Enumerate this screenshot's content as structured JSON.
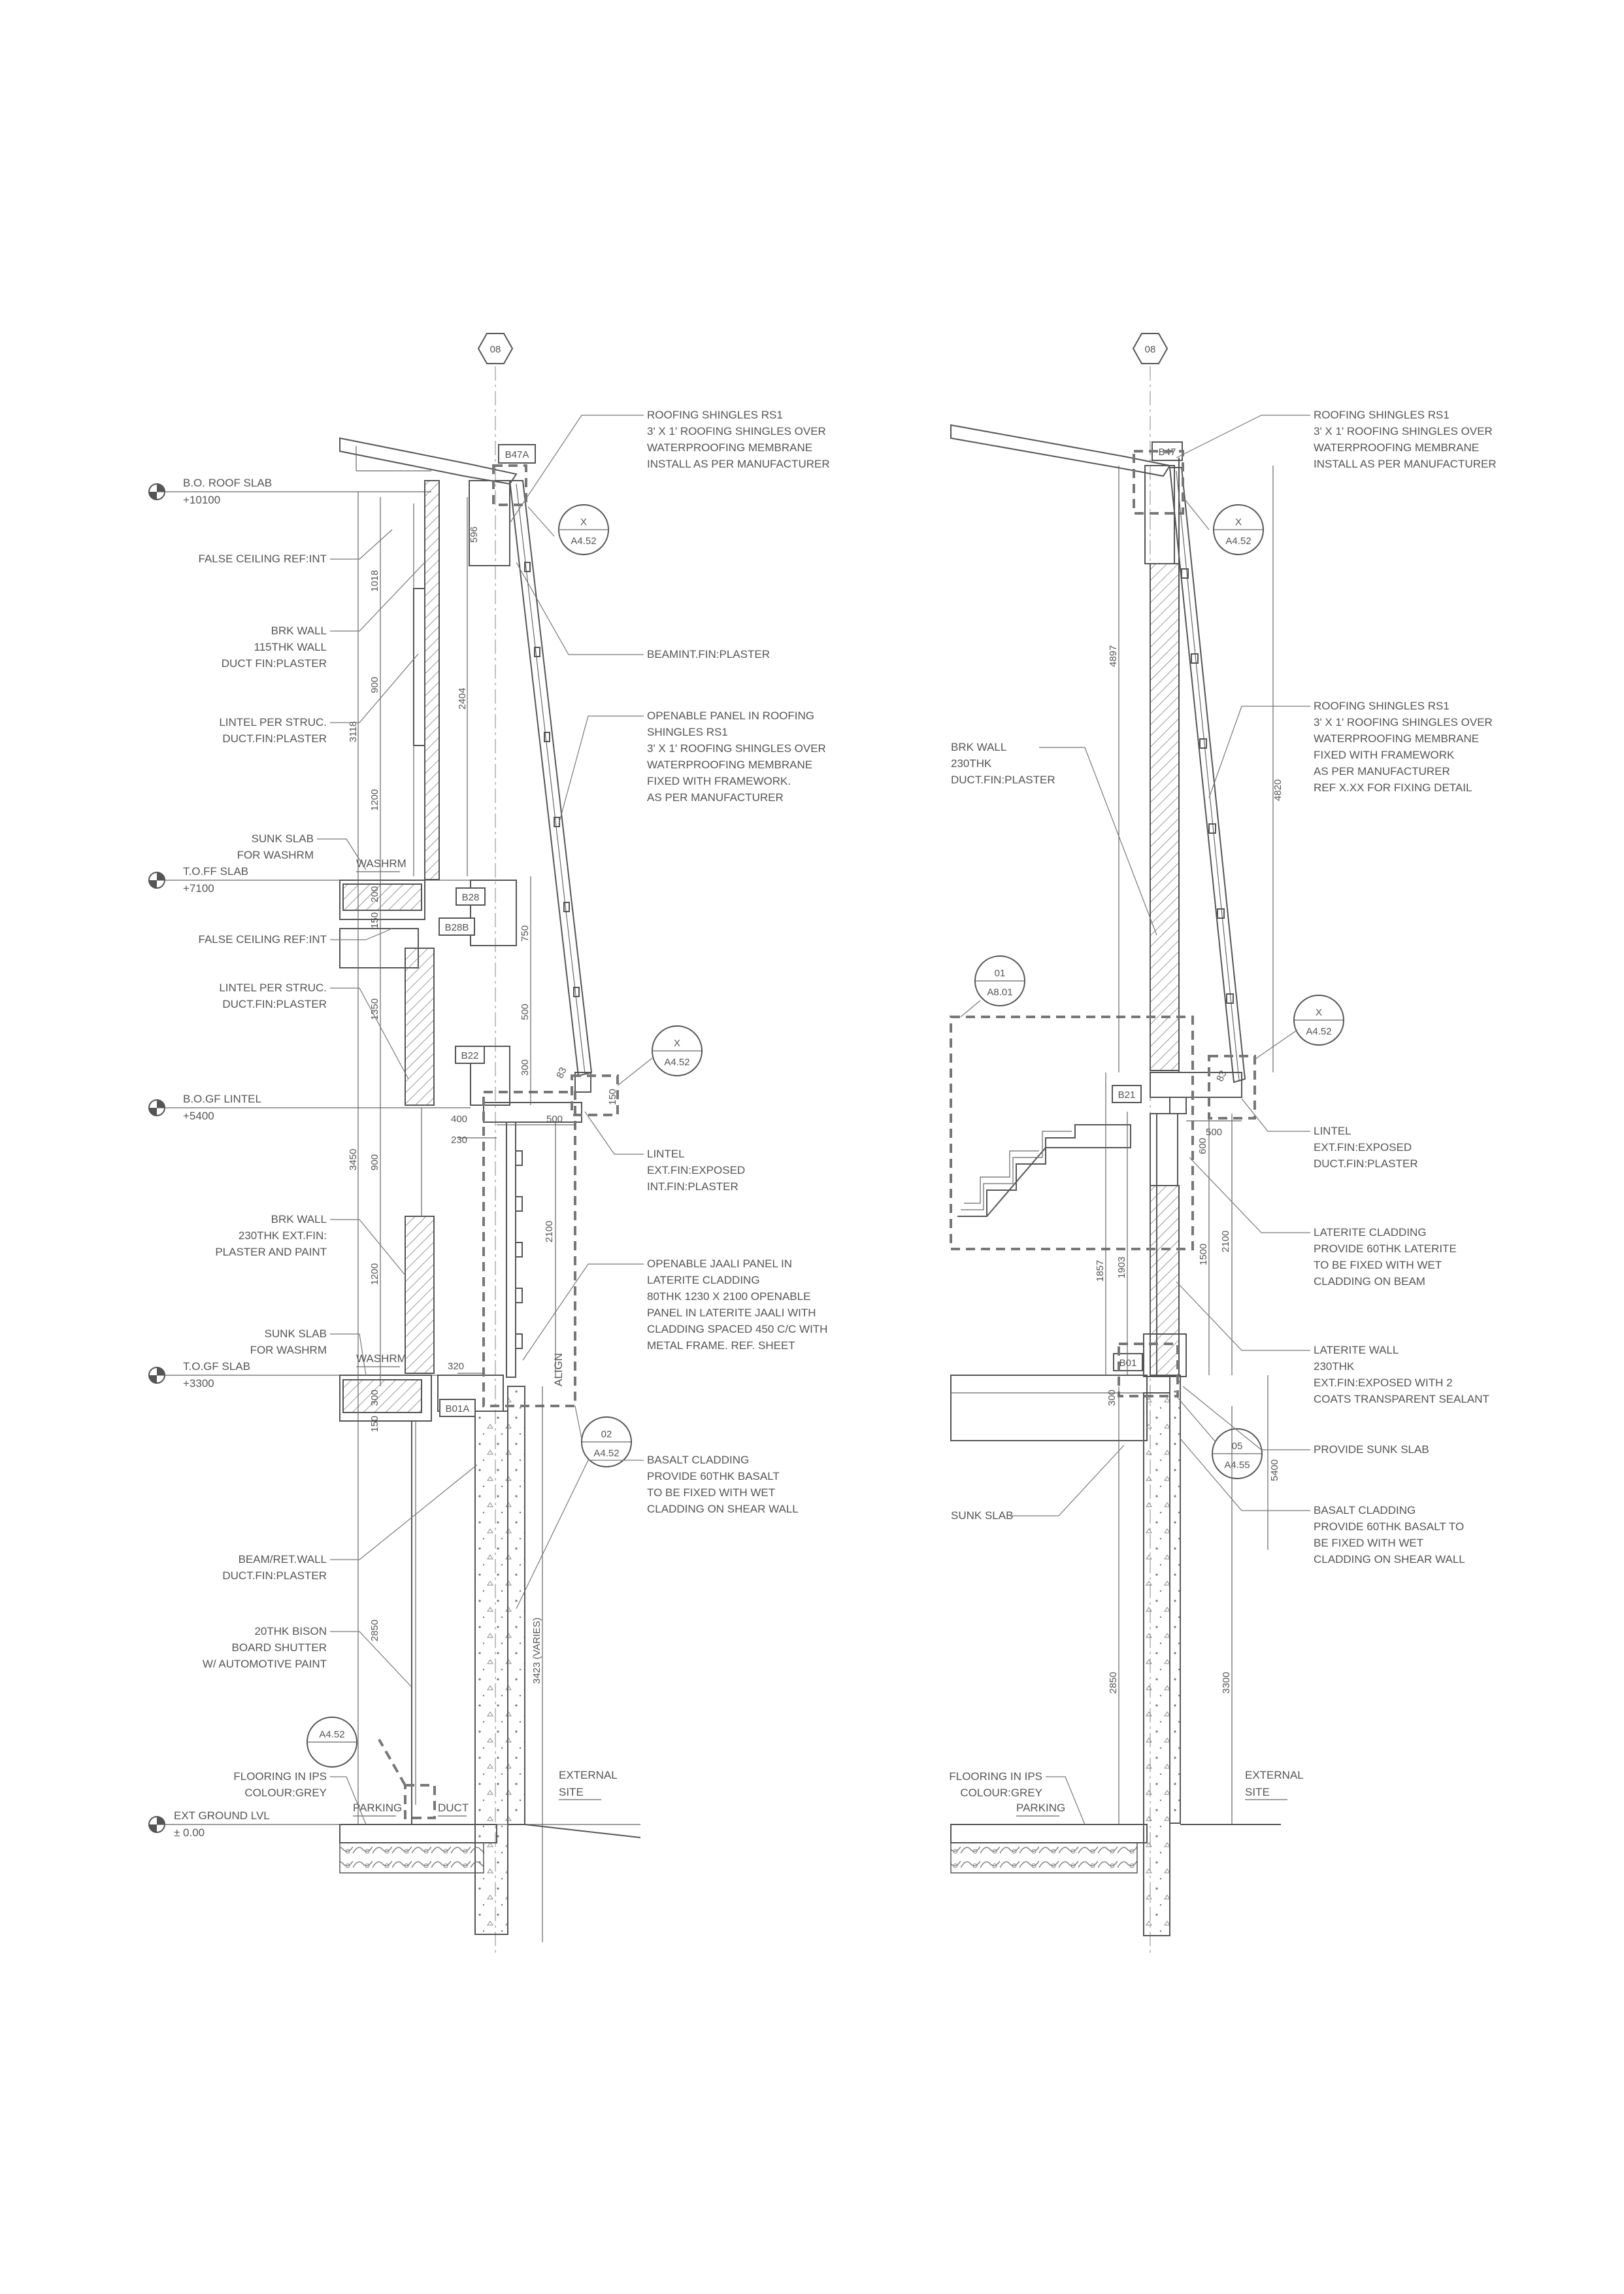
{
  "left": {
    "grid_label": "08",
    "tags": {
      "b47a": "B47A",
      "b28": "B28",
      "b28b": "B28B",
      "b22": "B22",
      "b01a": "B01A"
    },
    "refs": {
      "x_top": {
        "n": "X",
        "sheet": "A4.52"
      },
      "x_mid": {
        "n": "X",
        "sheet": "A4.52"
      },
      "r02": {
        "n": "02",
        "sheet": "A4.52"
      },
      "bottom": {
        "sheet": "A4.52"
      }
    },
    "levels": {
      "roof": {
        "name": "B.O. ROOF SLAB",
        "value": "+10100"
      },
      "toff": {
        "name": "T.O.FF SLAB",
        "value": "+7100"
      },
      "bogf": {
        "name": "B.O.GF LINTEL",
        "value": "+5400"
      },
      "togf": {
        "name": "T.O.GF SLAB",
        "value": "+3300"
      },
      "ground": {
        "name": "EXT GROUND LVL",
        "value": "± 0.00"
      }
    },
    "notes_left": {
      "false_ceiling_1": "FALSE CEILING REF:INT",
      "brk_wall_1": [
        "BRK WALL",
        "115THK WALL",
        "DUCT FIN:PLASTER"
      ],
      "lintel_1": [
        "LINTEL PER STRUC.",
        "DUCT.FIN:PLASTER"
      ],
      "sunk_1": [
        "SUNK SLAB",
        "FOR WASHRM"
      ],
      "false_ceiling_2": "FALSE CEILING REF:INT",
      "lintel_2": [
        "LINTEL PER STRUC.",
        "DUCT.FIN:PLASTER"
      ],
      "brk_wall_2": [
        "BRK WALL",
        "230THK EXT.FIN:",
        "PLASTER AND PAINT"
      ],
      "sunk_2": [
        "SUNK SLAB",
        "FOR WASHRM"
      ],
      "beam_ret": [
        "BEAM/RET.WALL",
        "DUCT.FIN:PLASTER"
      ],
      "bison": [
        "20THK BISON",
        "BOARD SHUTTER",
        "W/ AUTOMOTIVE PAINT"
      ],
      "flooring": [
        "FLOORING IN IPS",
        "COLOUR:GREY"
      ]
    },
    "notes_right": {
      "roofing": [
        "ROOFING SHINGLES RS1",
        "3' X 1' ROOFING SHINGLES OVER",
        "WATERPROOFING MEMBRANE",
        "INSTALL AS PER MANUFACTURER"
      ],
      "beam_int": "BEAMINT.FIN:PLASTER",
      "openable": [
        "OPENABLE PANEL IN ROOFING",
        "SHINGLES RS1",
        "3' X 1' ROOFING SHINGLES OVER",
        "WATERPROOFING MEMBRANE",
        "FIXED WITH FRAMEWORK.",
        "AS  PER MANUFACTURER"
      ],
      "lintel": [
        "LINTEL",
        "EXT.FIN:EXPOSED",
        "INT.FIN:PLASTER"
      ],
      "jaali": [
        "OPENABLE JAALI PANEL IN",
        "LATERITE CLADDING",
        "80THK 1230 X 2100 OPENABLE",
        "PANEL IN LATERITE JAALI WITH",
        "CLADDING SPACED 450 C/C WITH",
        "METAL FRAME. REF. SHEET"
      ],
      "basalt": [
        "BASALT CLADDING",
        "PROVIDE 60THK BASALT",
        "TO BE FIXED WITH WET",
        "CLADDING ON SHEAR WALL"
      ]
    },
    "rooms": {
      "washrm_1": "WASHRM",
      "washrm_2": "WASHRM",
      "parking": "PARKING",
      "duct": "DUCT",
      "external": [
        "EXTERNAL",
        "SITE"
      ],
      "align": "ALIGN"
    },
    "dims": {
      "d596": "596",
      "d1018": "1018",
      "d900a": "900",
      "d3118": "3118",
      "d2404": "2404",
      "d1200a": "1200",
      "d200": "200",
      "d150a": "150",
      "d750": "750",
      "d1350": "1350",
      "d500v": "500",
      "d300": "300",
      "d83": "83",
      "d150b": "150",
      "d400": "400",
      "d230": "230",
      "d500h": "500",
      "d3450": "3450",
      "d900b": "900",
      "d2100": "2100",
      "d1200b": "1200",
      "d320": "320",
      "d300b": "300",
      "d150c": "150",
      "d2850": "2850",
      "d3423": "3423 (VARIES)"
    }
  },
  "right": {
    "grid_label": "08",
    "tags": {
      "b47": "B47",
      "b21": "B21",
      "b01": "B01"
    },
    "refs": {
      "x_top": {
        "n": "X",
        "sheet": "A4.52"
      },
      "r01": {
        "n": "01",
        "sheet": "A8.01"
      },
      "x_mid": {
        "n": "X",
        "sheet": "A4.52"
      },
      "r05": {
        "n": "05",
        "sheet": "A4.55"
      }
    },
    "notes_left": {
      "brk_wall": [
        "BRK WALL",
        "230THK",
        "DUCT.FIN:PLASTER"
      ],
      "sunk": "SUNK SLAB",
      "flooring": [
        "FLOORING IN IPS",
        "COLOUR:GREY"
      ]
    },
    "notes_right": {
      "roofing_1": [
        "ROOFING SHINGLES RS1",
        "3' X 1' ROOFING SHINGLES OVER",
        "WATERPROOFING MEMBRANE",
        "INSTALL AS PER MANUFACTURER"
      ],
      "roofing_2": [
        "ROOFING SHINGLES RS1",
        "3' X 1' ROOFING SHINGLES OVER",
        "WATERPROOFING MEMBRANE",
        "FIXED WITH FRAMEWORK",
        "AS  PER MANUFACTURER",
        "REF X.XX FOR FIXING DETAIL"
      ],
      "lintel": [
        "LINTEL",
        "EXT.FIN:EXPOSED",
        "DUCT.FIN:PLASTER"
      ],
      "laterite_clad": [
        "LATERITE CLADDING",
        "PROVIDE 60THK LATERITE",
        "TO BE FIXED WITH WET",
        "CLADDING ON BEAM"
      ],
      "laterite_wall": [
        "LATERITE WALL",
        "230THK",
        "EXT.FIN:EXPOSED WITH 2",
        "COATS TRANSPARENT SEALANT"
      ],
      "sunk": "PROVIDE SUNK SLAB",
      "basalt": [
        "BASALT CLADDING",
        "PROVIDE 60THK BASALT TO",
        "BE FIXED WITH WET",
        "CLADDING ON SHEAR WALL"
      ]
    },
    "rooms": {
      "parking": "PARKING",
      "external": [
        "EXTERNAL",
        "SITE"
      ]
    },
    "dims": {
      "d4897": "4897",
      "d4820": "4820",
      "d83": "83",
      "d500": "500",
      "d600": "600",
      "d1857": "1857",
      "d1903": "1903",
      "d1500": "1500",
      "d2100": "2100",
      "d300": "300",
      "d5400": "5400",
      "d2850": "2850",
      "d3300": "3300"
    }
  }
}
